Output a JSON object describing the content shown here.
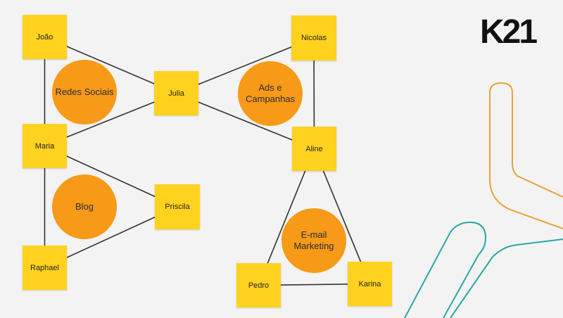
{
  "logo": {
    "text": "K21",
    "accent_color": "#f0a21a"
  },
  "nodes": [
    {
      "id": "joao",
      "label": "João"
    },
    {
      "id": "maria",
      "label": "Maria"
    },
    {
      "id": "raphael",
      "label": "Raphael"
    },
    {
      "id": "julia",
      "label": "Julia"
    },
    {
      "id": "priscila",
      "label": "Priscila"
    },
    {
      "id": "nicolas",
      "label": "Nicolas"
    },
    {
      "id": "aline",
      "label": "Aline"
    },
    {
      "id": "pedro",
      "label": "Pedro"
    },
    {
      "id": "karina",
      "label": "Karina"
    }
  ],
  "topics": [
    {
      "id": "redes",
      "label": "Redes Sociais"
    },
    {
      "id": "blog",
      "label": "Blog"
    },
    {
      "id": "ads",
      "label": "Ads e Campanhas"
    },
    {
      "id": "email",
      "label": "E-mail Marketing"
    }
  ],
  "edges": [
    [
      "joao",
      "julia"
    ],
    [
      "joao",
      "maria"
    ],
    [
      "maria",
      "julia"
    ],
    [
      "maria",
      "raphael"
    ],
    [
      "maria",
      "priscila"
    ],
    [
      "raphael",
      "priscila"
    ],
    [
      "julia",
      "nicolas"
    ],
    [
      "julia",
      "aline"
    ],
    [
      "nicolas",
      "aline"
    ],
    [
      "aline",
      "pedro"
    ],
    [
      "aline",
      "karina"
    ],
    [
      "pedro",
      "karina"
    ]
  ],
  "colors": {
    "node": "#ffd21f",
    "topic": "#f79a18",
    "edge": "#333333",
    "deco_orange": "#e8a23a",
    "deco_teal": "#2aa6a6"
  }
}
